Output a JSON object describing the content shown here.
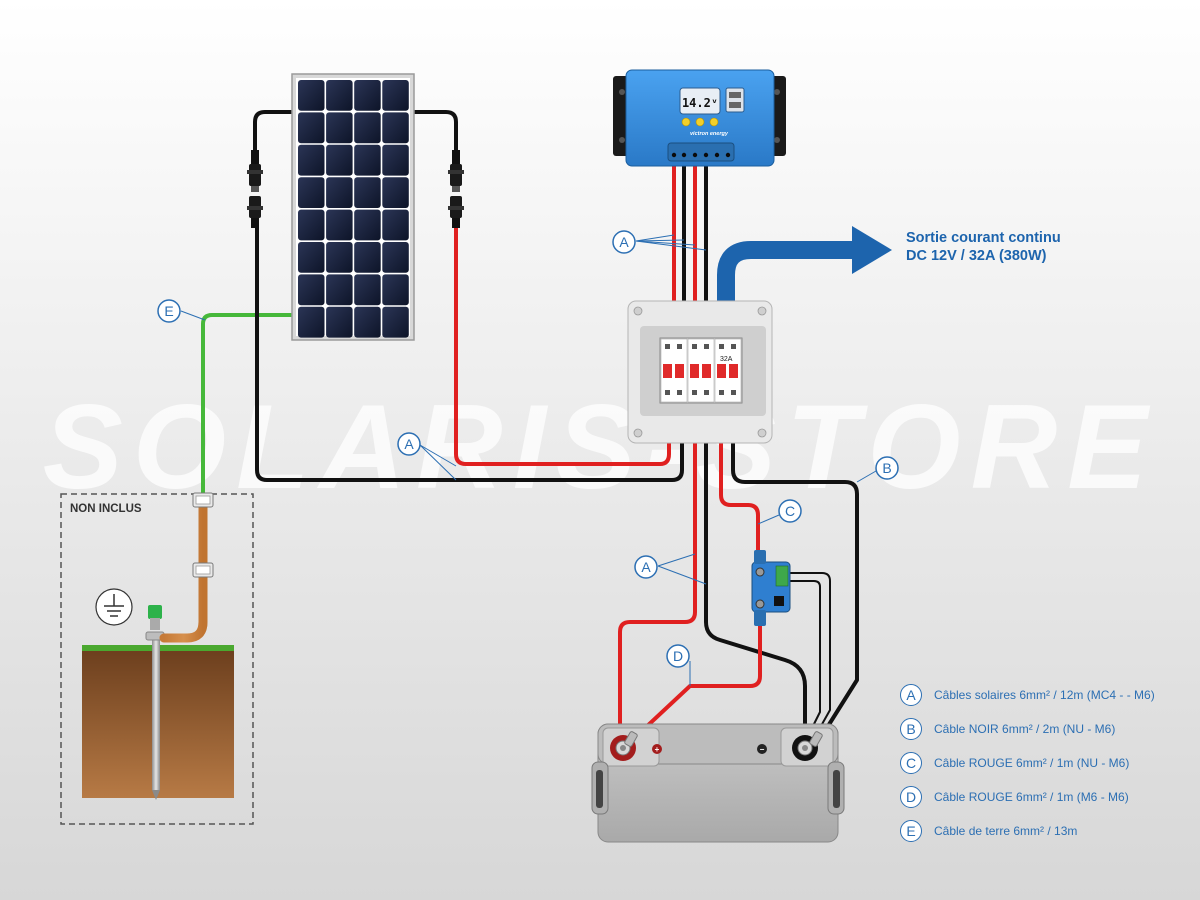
{
  "watermark": "SOLARIS-STORE",
  "controller": {
    "display_value": "14.2ᵛ",
    "brand": "victron energy"
  },
  "breaker": {
    "rating": "32A"
  },
  "output": {
    "line1": "Sortie courant continu",
    "line2": "DC 12V / 32A (380W)"
  },
  "non_inclus_label": "NON INCLUS",
  "battery": {
    "plus": "+",
    "minus": "−"
  },
  "callouts": {
    "a": "A",
    "b": "B",
    "c": "C",
    "d": "D",
    "e": "E"
  },
  "legend": [
    {
      "letter": "A",
      "text": "Câbles solaires 6mm² / 12m (MC4 - - M6)"
    },
    {
      "letter": "B",
      "text": "Câble NOIR 6mm² / 2m (NU - M6)"
    },
    {
      "letter": "C",
      "text": "Câble ROUGE 6mm² / 1m (NU - M6)"
    },
    {
      "letter": "D",
      "text": "Câble ROUGE 6mm² / 1m (M6 - M6)"
    },
    {
      "letter": "E",
      "text": "Câble de terre 6mm² / 13m"
    }
  ],
  "colors": {
    "red_cable": "#e02020",
    "black_cable": "#111111",
    "green_cable": "#46b83a",
    "blue_accent": "#1d64ad",
    "controller_blue": "#2f86d6"
  }
}
